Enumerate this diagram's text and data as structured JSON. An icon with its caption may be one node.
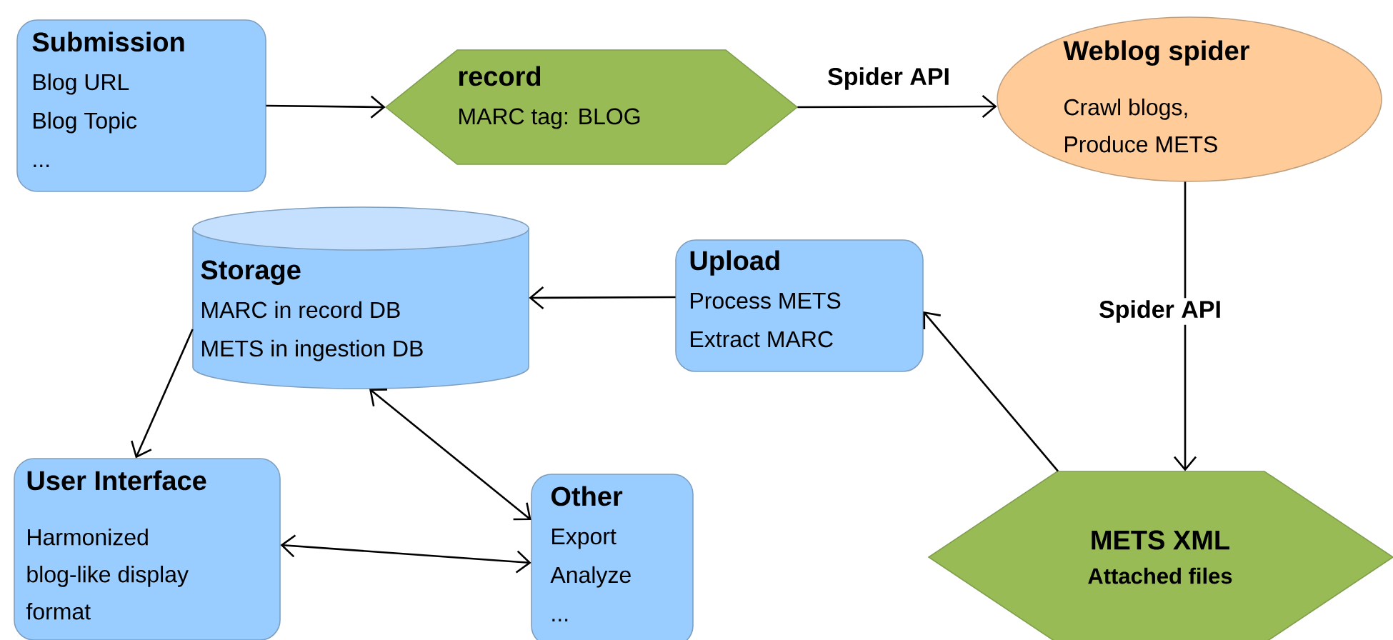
{
  "diagram": {
    "nodes": [
      {
        "text": [
          "Submission",
          "Blog URL",
          "Blog Topic",
          "..."
        ]
      },
      {
        "text": [
          "record",
          "MARC tag: BLOG"
        ]
      },
      {
        "text": [
          "Weblog spider",
          "Crawl blogs, Produce METS"
        ]
      },
      {
        "text": [
          "Storage",
          "MARC in record DB",
          "METS in ingestion DB"
        ]
      },
      {
        "text": [
          "Upload",
          "Process METS",
          "Extract MARC"
        ]
      },
      {
        "text": [
          "User Interface",
          "Harmonized blog-like display format"
        ]
      },
      {
        "text": [
          "Other",
          "Export",
          "Analyze",
          "..."
        ]
      },
      {
        "text": [
          "METS XML",
          "Attached files"
        ]
      }
    ],
    "edges": [
      {
        "from": 0,
        "to": 1,
        "arrow": "to"
      },
      {
        "from": 1,
        "to": 2,
        "arrow": "to",
        "label": "Spider API"
      },
      {
        "from": 2,
        "to": 7,
        "arrow": "to",
        "label": "Spider API"
      },
      {
        "from": 7,
        "to": 4,
        "arrow": "to"
      },
      {
        "from": 4,
        "to": 3,
        "arrow": "to"
      },
      {
        "from": 3,
        "to": 5,
        "arrow": "to"
      },
      {
        "from": 3,
        "to": 6,
        "arrow": "both"
      },
      {
        "from": 5,
        "to": 6,
        "arrow": "both"
      }
    ]
  }
}
